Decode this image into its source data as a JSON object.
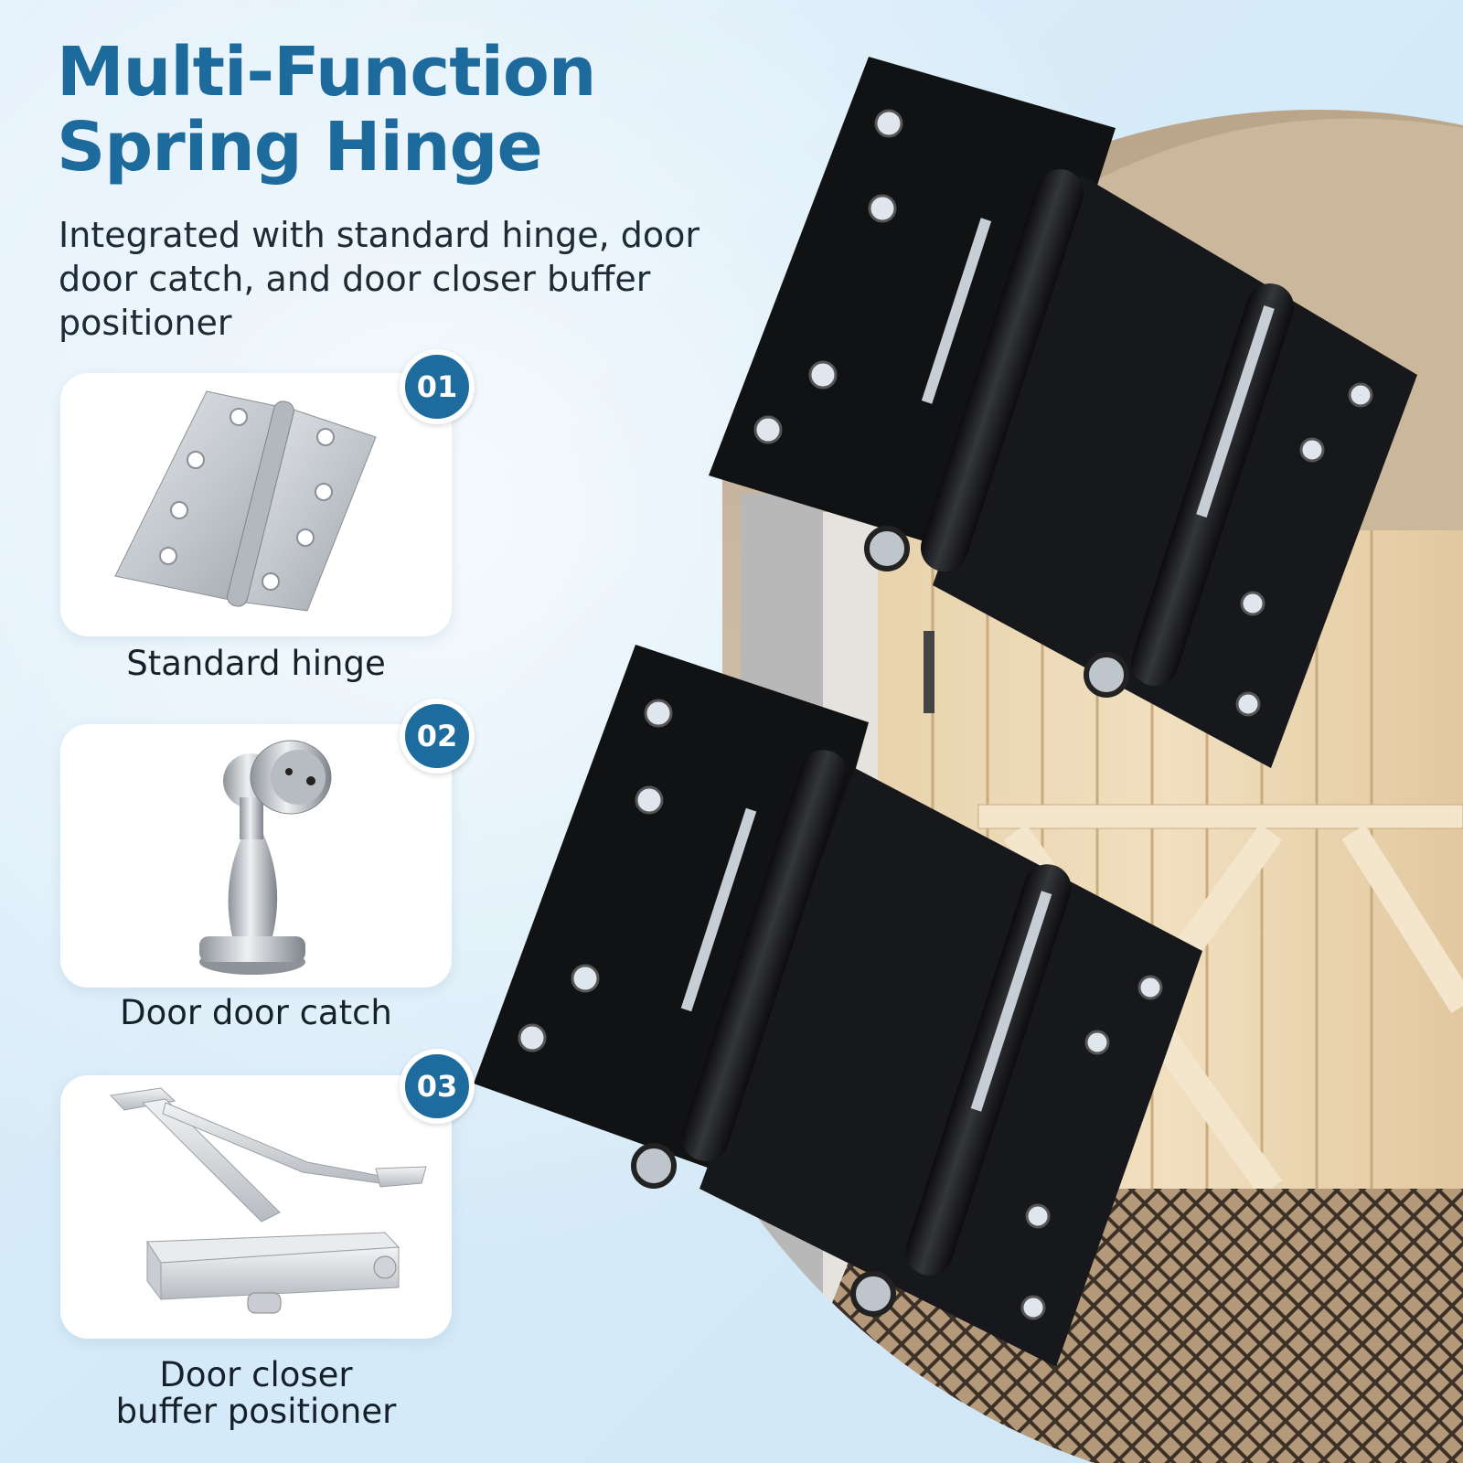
{
  "header": {
    "title_line1": "Multi-Function",
    "title_line2": "Spring Hinge",
    "subtitle": "Integrated with standard hinge, door door catch, and door closer buffer positioner"
  },
  "features": [
    {
      "number": "01",
      "label": "Standard hinge",
      "image_icon": "standard-hinge-icon"
    },
    {
      "number": "02",
      "label": "Door door catch",
      "image_icon": "door-catch-icon"
    },
    {
      "number": "03",
      "label_line1": "Door closer",
      "label_line2": "buffer positioner",
      "image_icon": "door-closer-icon"
    }
  ],
  "hero": {
    "image_icon": "black-spring-hinge-pair-icon",
    "background_icon": "wooden-barn-door-icon"
  },
  "colors": {
    "accent": "#1e6b9d",
    "title": "#1d6a9c",
    "background": "#d6ebf8",
    "text": "#1e2a36"
  }
}
